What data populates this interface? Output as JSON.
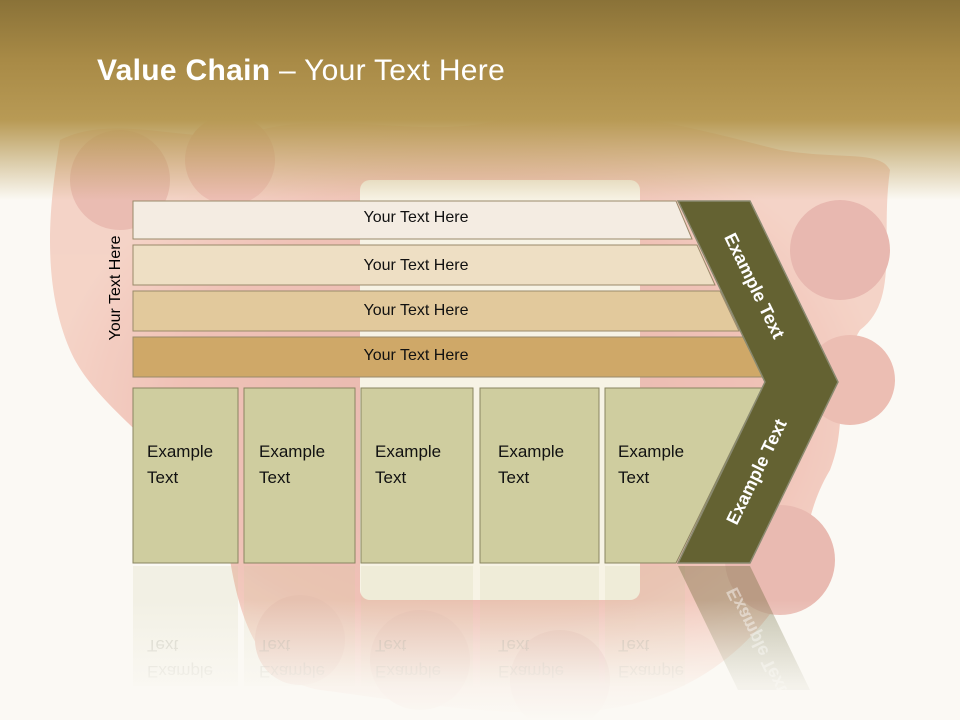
{
  "slide": {
    "title_bold": "Value Chain",
    "title_rest": " – Your Text Here",
    "side_label": "Your Text Here"
  },
  "bars": [
    {
      "label": "Your Text Here",
      "fill": "#f4ece2"
    },
    {
      "label": "Your Text Here",
      "fill": "#eedfc4"
    },
    {
      "label": "Your Text Here",
      "fill": "#e2c99c"
    },
    {
      "label": "Your Text Here",
      "fill": "#cfa868"
    }
  ],
  "columns": [
    {
      "text": "Example\nText"
    },
    {
      "text": "Example\nText"
    },
    {
      "text": "Example\nText"
    },
    {
      "text": "Example\nText"
    },
    {
      "text": "Example\nText"
    }
  ],
  "chevron": {
    "upper_text": "Example Text",
    "lower_text": "Example Text",
    "fill": "#646232"
  },
  "colors": {
    "column_fill": "#cfcd9f",
    "column_stroke": "#8a8560",
    "header": "#a88a46"
  }
}
